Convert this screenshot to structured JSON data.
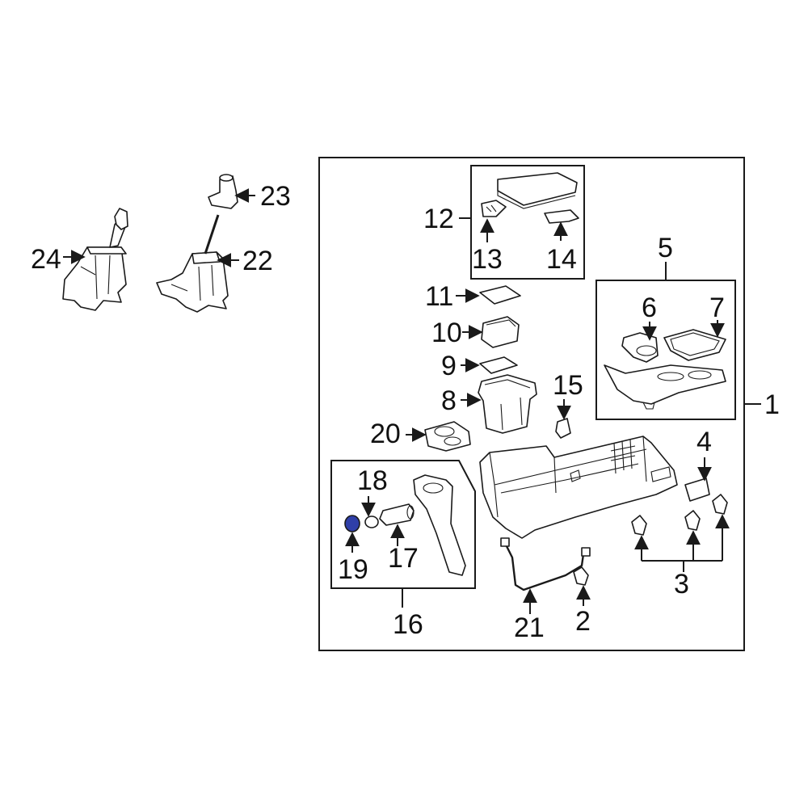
{
  "highlight_color": "#2f3fa8",
  "callouts": {
    "c1": "1",
    "c2": "2",
    "c3": "3",
    "c4": "4",
    "c5": "5",
    "c6": "6",
    "c7": "7",
    "c8": "8",
    "c9": "9",
    "c10": "10",
    "c11": "11",
    "c12": "12",
    "c13": "13",
    "c14": "14",
    "c15": "15",
    "c16": "16",
    "c17": "17",
    "c18": "18",
    "c19": "19",
    "c20": "20",
    "c21": "21",
    "c22": "22",
    "c23": "23",
    "c24": "24"
  },
  "highlighted_part": "19"
}
